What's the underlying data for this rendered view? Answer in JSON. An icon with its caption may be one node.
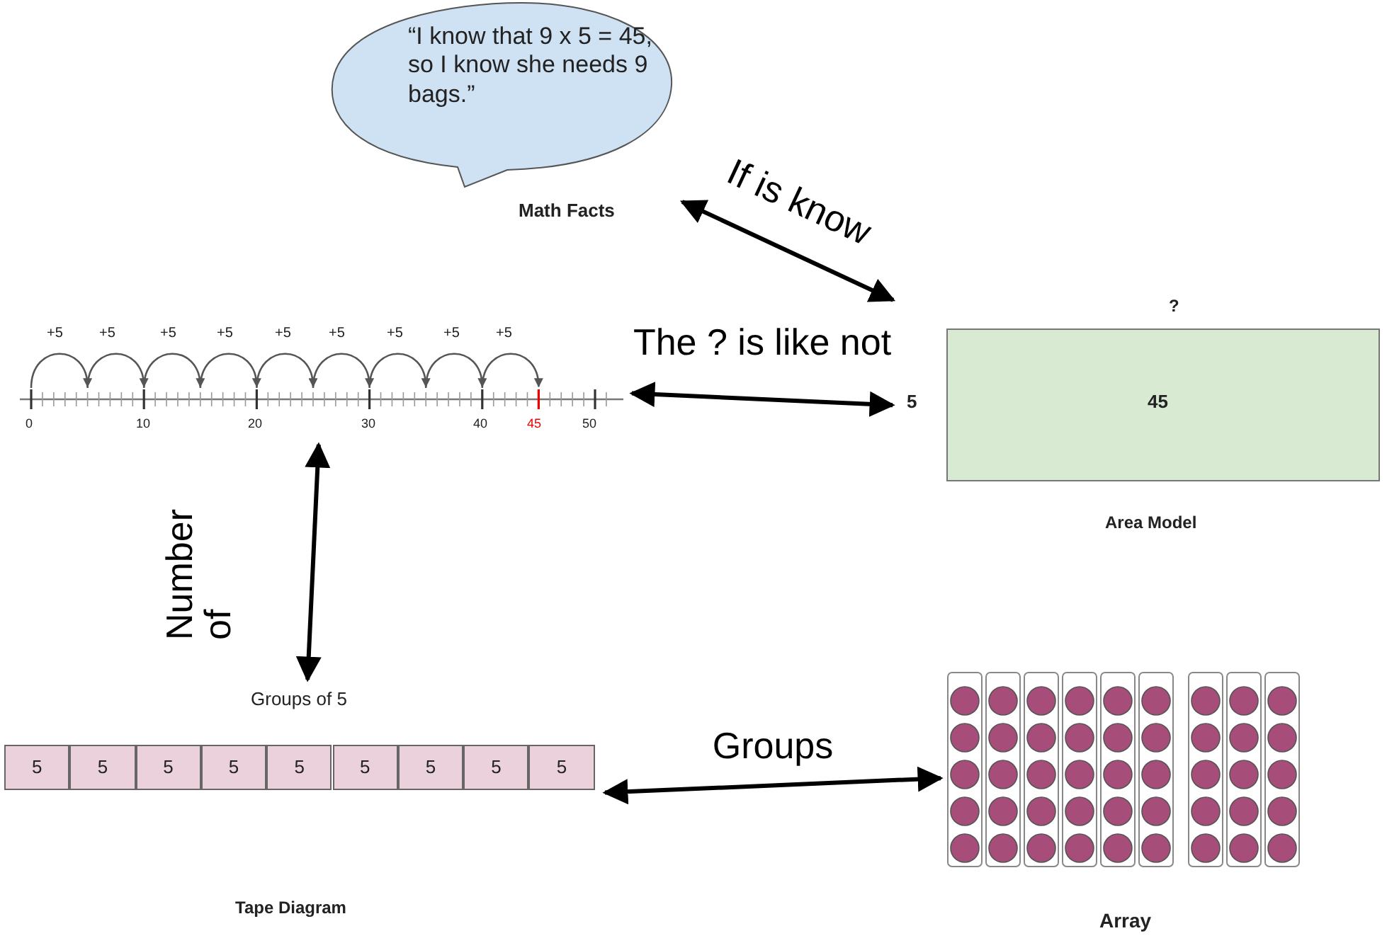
{
  "diagram": {
    "nodes": [
      {
        "text": [
          "“I know that 9 x 5 = 45, so I know she needs 9 bags.”",
          "Math Facts"
        ]
      },
      {
        "text": [],
        "shape": "line",
        "beside": [
          "+5",
          "+5",
          "+5",
          "+5",
          "+5",
          "+5",
          "+5",
          "+5",
          "+5",
          "0",
          "10",
          "20",
          "30",
          "40",
          "45",
          "50"
        ]
      },
      {
        "text": [
          "45"
        ],
        "beside": [
          "?",
          "5",
          "Area Model"
        ]
      },
      {
        "text": [
          "Groups of 5"
        ],
        "beside": [
          "Tape Diagram"
        ]
      },
      {
        "text": [
          "5"
        ],
        "in": 3
      },
      {
        "text": [
          "5"
        ],
        "in": 3
      },
      {
        "text": [
          "5"
        ],
        "in": 3
      },
      {
        "text": [
          "5"
        ],
        "in": 3
      },
      {
        "text": [
          "5"
        ],
        "in": 3
      },
      {
        "text": [
          "5"
        ],
        "in": 3
      },
      {
        "text": [
          "5"
        ],
        "in": 3
      },
      {
        "text": [
          "5"
        ],
        "in": 3
      },
      {
        "text": [
          "5"
        ],
        "in": 3
      },
      {
        "text": [],
        "shape": "box",
        "beside": [
          "Array"
        ]
      }
    ],
    "edges": [
      {
        "from": 0,
        "to": 2,
        "arrow": "both",
        "label": "If is know"
      },
      {
        "from": 1,
        "to": 2,
        "arrow": "both",
        "label": "The ? is like not"
      },
      {
        "from": 1,
        "to": 3,
        "arrow": "both",
        "label": "Number of"
      },
      {
        "from": 3,
        "to": 13,
        "arrow": "both",
        "label": "Groups"
      }
    ]
  }
}
